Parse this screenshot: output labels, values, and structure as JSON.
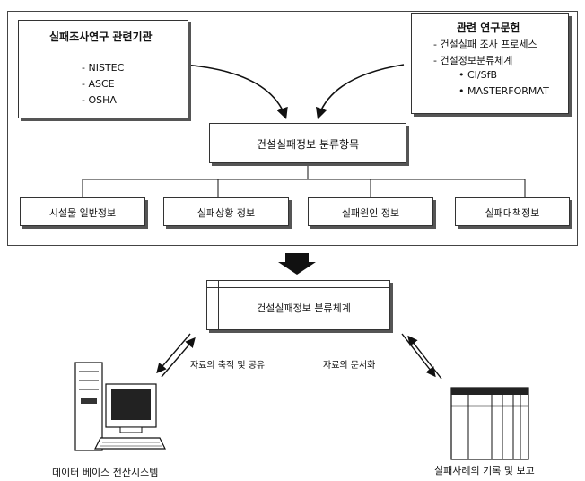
{
  "agencies": {
    "title": "실패조사연구 관련기관",
    "items": [
      "- NISTEC",
      "- ASCE",
      "- OSHA"
    ]
  },
  "literature": {
    "title": "관련 연구문헌",
    "items": [
      "- 건설실패 조사 프로세스",
      "- 건설정보분류체계"
    ],
    "subitems": [
      "• CI/SfB",
      "• MASTERFORMAT"
    ]
  },
  "classification_items": {
    "title": "건설실패정보 분류항목",
    "children": [
      "시설물 일반정보",
      "실패상황 정보",
      "실패원인 정보",
      "실패대책정보"
    ]
  },
  "system": {
    "title": "건설실패정보 분류체계"
  },
  "flows": {
    "left": "자료의 축적 및 공유",
    "right": "자료의 문서화"
  },
  "database": {
    "label": "데이터 베이스 전산시스템"
  },
  "report": {
    "label": "실패사례의 기록 및 보고"
  }
}
